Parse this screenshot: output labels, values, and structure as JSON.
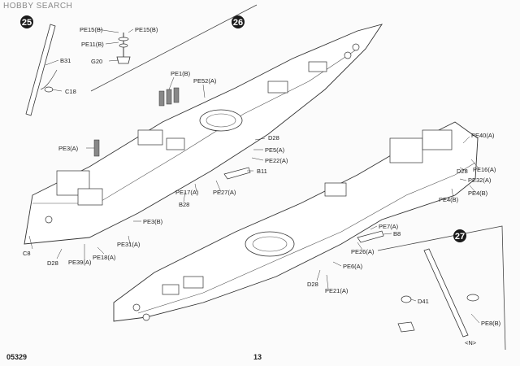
{
  "watermark": "HOBBY SEARCH",
  "page_code": "05329",
  "page_number": "13",
  "steps": [
    "25",
    "26",
    "27"
  ],
  "parts": {
    "b31": "B31",
    "c18": "C18",
    "pe15b": "PE15(B)",
    "pe15b2": "PE15(B)",
    "pe11b": "PE11(B)",
    "g20": "G20",
    "pe1b": "PE1(B)",
    "pe52a": "PE52(A)",
    "pe3a": "PE3(A)",
    "d28a": "D28",
    "pe5a": "PE5(A)",
    "pe22a": "PE22(A)",
    "b11": "B11",
    "pe17a": "PE17(A)",
    "pe27a": "PE27(A)",
    "b28": "B28",
    "pe3b": "PE3(B)",
    "pe31a": "PE31(A)",
    "c8": "C8",
    "d28b": "D28",
    "pe39a": "PE39(A)",
    "pe18a": "PE18(A)",
    "pe40a": "PE40(A)",
    "pe16a": "PE16(A)",
    "d28c": "D28",
    "pe32a": "PE32(A)",
    "pe4b": "PE4(B)",
    "pe4b2": "PE4(B)",
    "pe7a": "PE7(A)",
    "b8": "B8",
    "pe26a": "PE26(A)",
    "pe6a": "PE6(A)",
    "d28d": "D28",
    "pe21a": "PE21(A)",
    "d41": "D41",
    "pe8b": "PE8(B)",
    "arrow_n": "<N>"
  }
}
